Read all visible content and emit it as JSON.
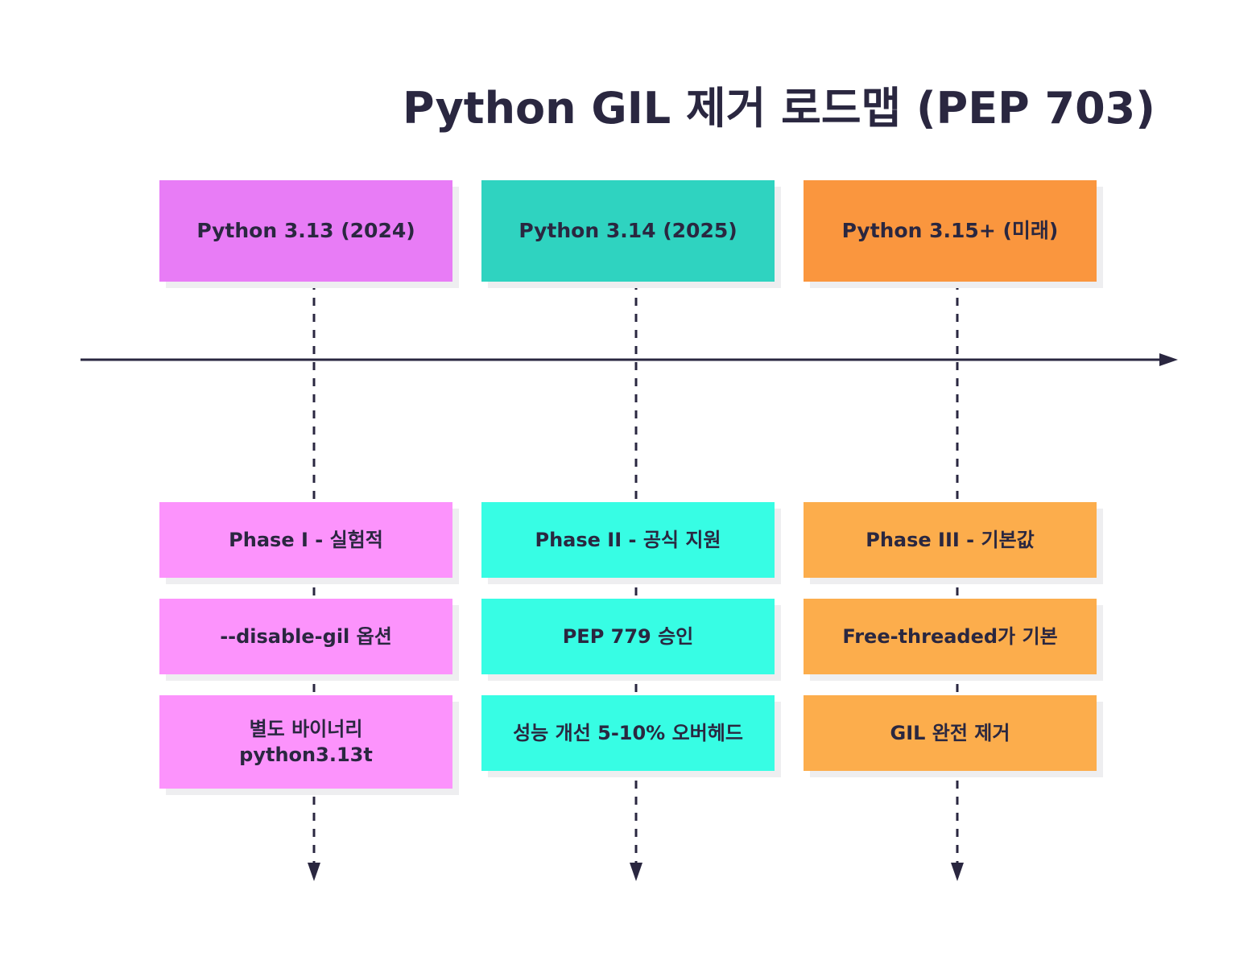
{
  "title": "Python GIL 제거 로드맵 (PEP 703)",
  "colors": {
    "ink": "#2a2740",
    "col1_header": "#e87cf6",
    "col1_cell": "#fc93fc",
    "col2_header": "#2fd3c0",
    "col2_cell": "#37fde4",
    "col3_header": "#fa963e",
    "col3_cell": "#fcad4c"
  },
  "columns": [
    {
      "header": "Python 3.13 (2024)",
      "phase": "Phase I - 실험적",
      "item1": "--disable-gil 옵션",
      "item2": "별도 바이너리\npython3.13t"
    },
    {
      "header": "Python 3.14 (2025)",
      "phase": "Phase II - 공식 지원",
      "item1": "PEP 779 승인",
      "item2": "성능 개선 5-10% 오버헤드"
    },
    {
      "header": "Python 3.15+ (미래)",
      "phase": "Phase III - 기본값",
      "item1": "Free-threaded가 기본",
      "item2": "GIL 완전 제거"
    }
  ]
}
